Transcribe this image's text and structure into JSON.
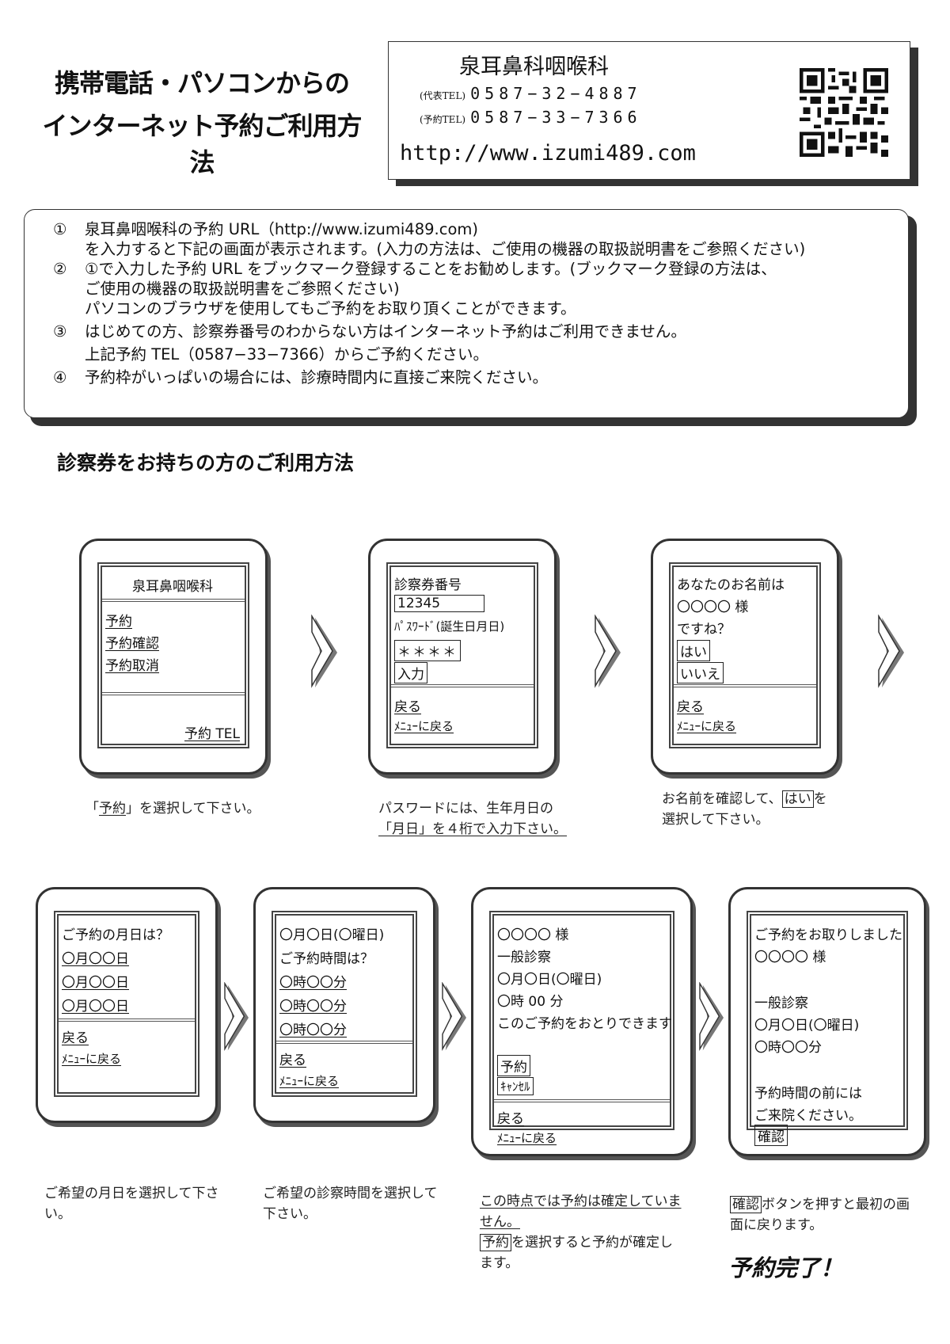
{
  "header": {
    "title_line1": "携帯電話・パソコンからの",
    "title_line2": "インターネット予約ご利用方法"
  },
  "info": {
    "clinic_name": "泉耳鼻科咽喉科",
    "tel_main_label": "(代表TEL)",
    "tel_main": "0587−32−4887",
    "tel_reserve_label": "(予約TEL)",
    "tel_reserve": "0587−33−7366",
    "url": "http://www.izumi489.com"
  },
  "notice": {
    "lines": [
      {
        "num": "①",
        "text": "泉耳鼻咽喉科の予約 URL（http://www.izumi489.com)"
      },
      {
        "num": "",
        "text": "を入力すると下記の画面が表示されます。(入力の方法は、ご使用の機器の取扱説明書をご参照ください)"
      },
      {
        "num": "②",
        "text": "①で入力した予約 URL をブックマーク登録することをお勧めします。(ブックマーク登録の方法は、"
      },
      {
        "num": "",
        "text": "ご使用の機器の取扱説明書をご参照ください)"
      },
      {
        "num": "",
        "text": "パソコンのブラウザを使用してもご予約をお取り頂くことができます。"
      },
      {
        "num": "③",
        "text": "はじめての方、診察券番号のわからない方はインターネット予約はご利用できません。"
      },
      {
        "num": "",
        "text": "上記予約 TEL（0587−33−7366）からご予約ください。"
      },
      {
        "num": "④",
        "text": "予約枠がいっぱいの場合には、診療時間内に直接ご来院ください。"
      }
    ]
  },
  "section_title": "診察券をお持ちの方のご利用方法",
  "screens": {
    "s1": {
      "title": "泉耳鼻咽喉科",
      "item1": "予約",
      "item2": "予約確認",
      "item3": "予約取消",
      "tel": "予約 TEL"
    },
    "s2": {
      "label1": "診察券番号",
      "id_value": "12345",
      "label2": "ﾊﾟｽﾜｰﾄﾞ(誕生日月日)",
      "pw_value": "＊＊＊＊",
      "submit": "入力",
      "back": "戻る",
      "menu": "ﾒﾆｭｰに戻る"
    },
    "s3": {
      "q1": "あなたのお名前は",
      "name": "〇〇〇〇 様",
      "q2": "ですね？",
      "yes": "はい",
      "no": "いいえ",
      "back": "戻る",
      "menu": "ﾒﾆｭｰに戻る"
    },
    "s4": {
      "q": "ご予約の月日は？",
      "d1": "〇月〇〇日",
      "d2": "〇月〇〇日",
      "d3": "〇月〇〇日",
      "back": "戻る",
      "menu": "ﾒﾆｭｰに戻る"
    },
    "s5": {
      "date": "〇月〇日(〇曜日)",
      "q": "ご予約時間は？",
      "t1": "〇時〇〇分",
      "t2": "〇時〇〇分",
      "t3": "〇時〇〇分",
      "back": "戻る",
      "menu": "ﾒﾆｭｰに戻る"
    },
    "s6": {
      "name": "〇〇〇〇 様",
      "type": "一般診察",
      "date": "〇月〇日(〇曜日)",
      "time": "〇時 00 分",
      "msg": "このご予約をおとりできます",
      "reserve": "予約",
      "cancel": "ｷｬﾝｾﾙ",
      "back": "戻る",
      "menu": "ﾒﾆｭｰに戻る"
    },
    "s7": {
      "msg": "ご予約をお取りしました",
      "name": "〇〇〇〇 様",
      "type": "一般診察",
      "date": "〇月〇日(〇曜日)",
      "time": "〇時〇〇分",
      "note1": "予約時間の前には",
      "note2": "ご来院ください。",
      "confirm": "確認"
    }
  },
  "captions": {
    "c1_a": "「",
    "c1_b": "予約",
    "c1_c": "」を選択して下さい。",
    "c2_l1": "パスワードには、生年月日の",
    "c2_l2": "「月日」を４桁で入力下さい。",
    "c3_l1a": "お名前を確認して、",
    "c3_l1b": "はい",
    "c3_l1c": "を",
    "c3_l2": "選択して下さい。",
    "c4_l1": "ご希望の月日を選択して下さ",
    "c4_l2": "い。",
    "c5_l1": "ご希望の診察時間を選択して",
    "c5_l2": "下さい。",
    "c6_l1": "この時点では予約は確定していま",
    "c6_l2": "せん。",
    "c6_l3a": "予約",
    "c6_l3b": "を選択すると予約が確定し",
    "c6_l4": "ます。",
    "c7_l1a": "確認",
    "c7_l1b": "ボタンを押すと最初の画",
    "c7_l2": "面に戻ります。"
  },
  "done": "予約完了！"
}
